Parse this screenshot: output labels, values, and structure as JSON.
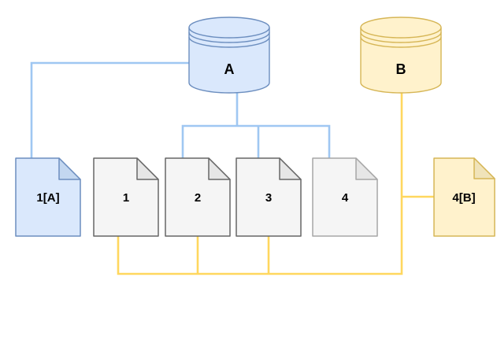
{
  "diagram": {
    "type": "volume-snapshot-diagram",
    "background": "#ffffff",
    "volumes": [
      {
        "id": "A",
        "label": "A",
        "fill": "#dae8fc",
        "stroke": "#6c8ebf"
      },
      {
        "id": "B",
        "label": "B",
        "fill": "#fff2cc",
        "stroke": "#d6b656"
      }
    ],
    "snapshots": [
      {
        "id": "1A",
        "label": "1[A]",
        "style": "blue",
        "fill": "#dae8fc",
        "stroke": "#6c8ebf"
      },
      {
        "id": "1",
        "label": "1",
        "style": "gray",
        "fill": "#f5f5f5",
        "stroke": "#666666"
      },
      {
        "id": "2",
        "label": "2",
        "style": "gray",
        "fill": "#f5f5f5",
        "stroke": "#666666"
      },
      {
        "id": "3",
        "label": "3",
        "style": "gray",
        "fill": "#f5f5f5",
        "stroke": "#666666"
      },
      {
        "id": "4",
        "label": "4",
        "style": "gray-light",
        "fill": "#f5f5f5",
        "stroke": "#a6a6a6"
      },
      {
        "id": "4B",
        "label": "4[B]",
        "style": "yellow",
        "fill": "#fff2cc",
        "stroke": "#d6b656"
      }
    ],
    "edges": [
      {
        "from": "A",
        "to": "1[A]",
        "color": "#9fc7f2"
      },
      {
        "from": "A",
        "to": "2",
        "color": "#9fc7f2"
      },
      {
        "from": "A",
        "to": "3",
        "color": "#9fc7f2"
      },
      {
        "from": "A",
        "to": "4",
        "color": "#9fc7f2"
      },
      {
        "from": "B",
        "to": "1",
        "color": "#ffd75e"
      },
      {
        "from": "B",
        "to": "2",
        "color": "#ffd75e"
      },
      {
        "from": "B",
        "to": "3",
        "color": "#ffd75e"
      },
      {
        "from": "B",
        "to": "4[B]",
        "color": "#ffd75e"
      }
    ],
    "connector_colors": {
      "volume_a": "#9fc7f2",
      "volume_b": "#ffd75e"
    }
  }
}
